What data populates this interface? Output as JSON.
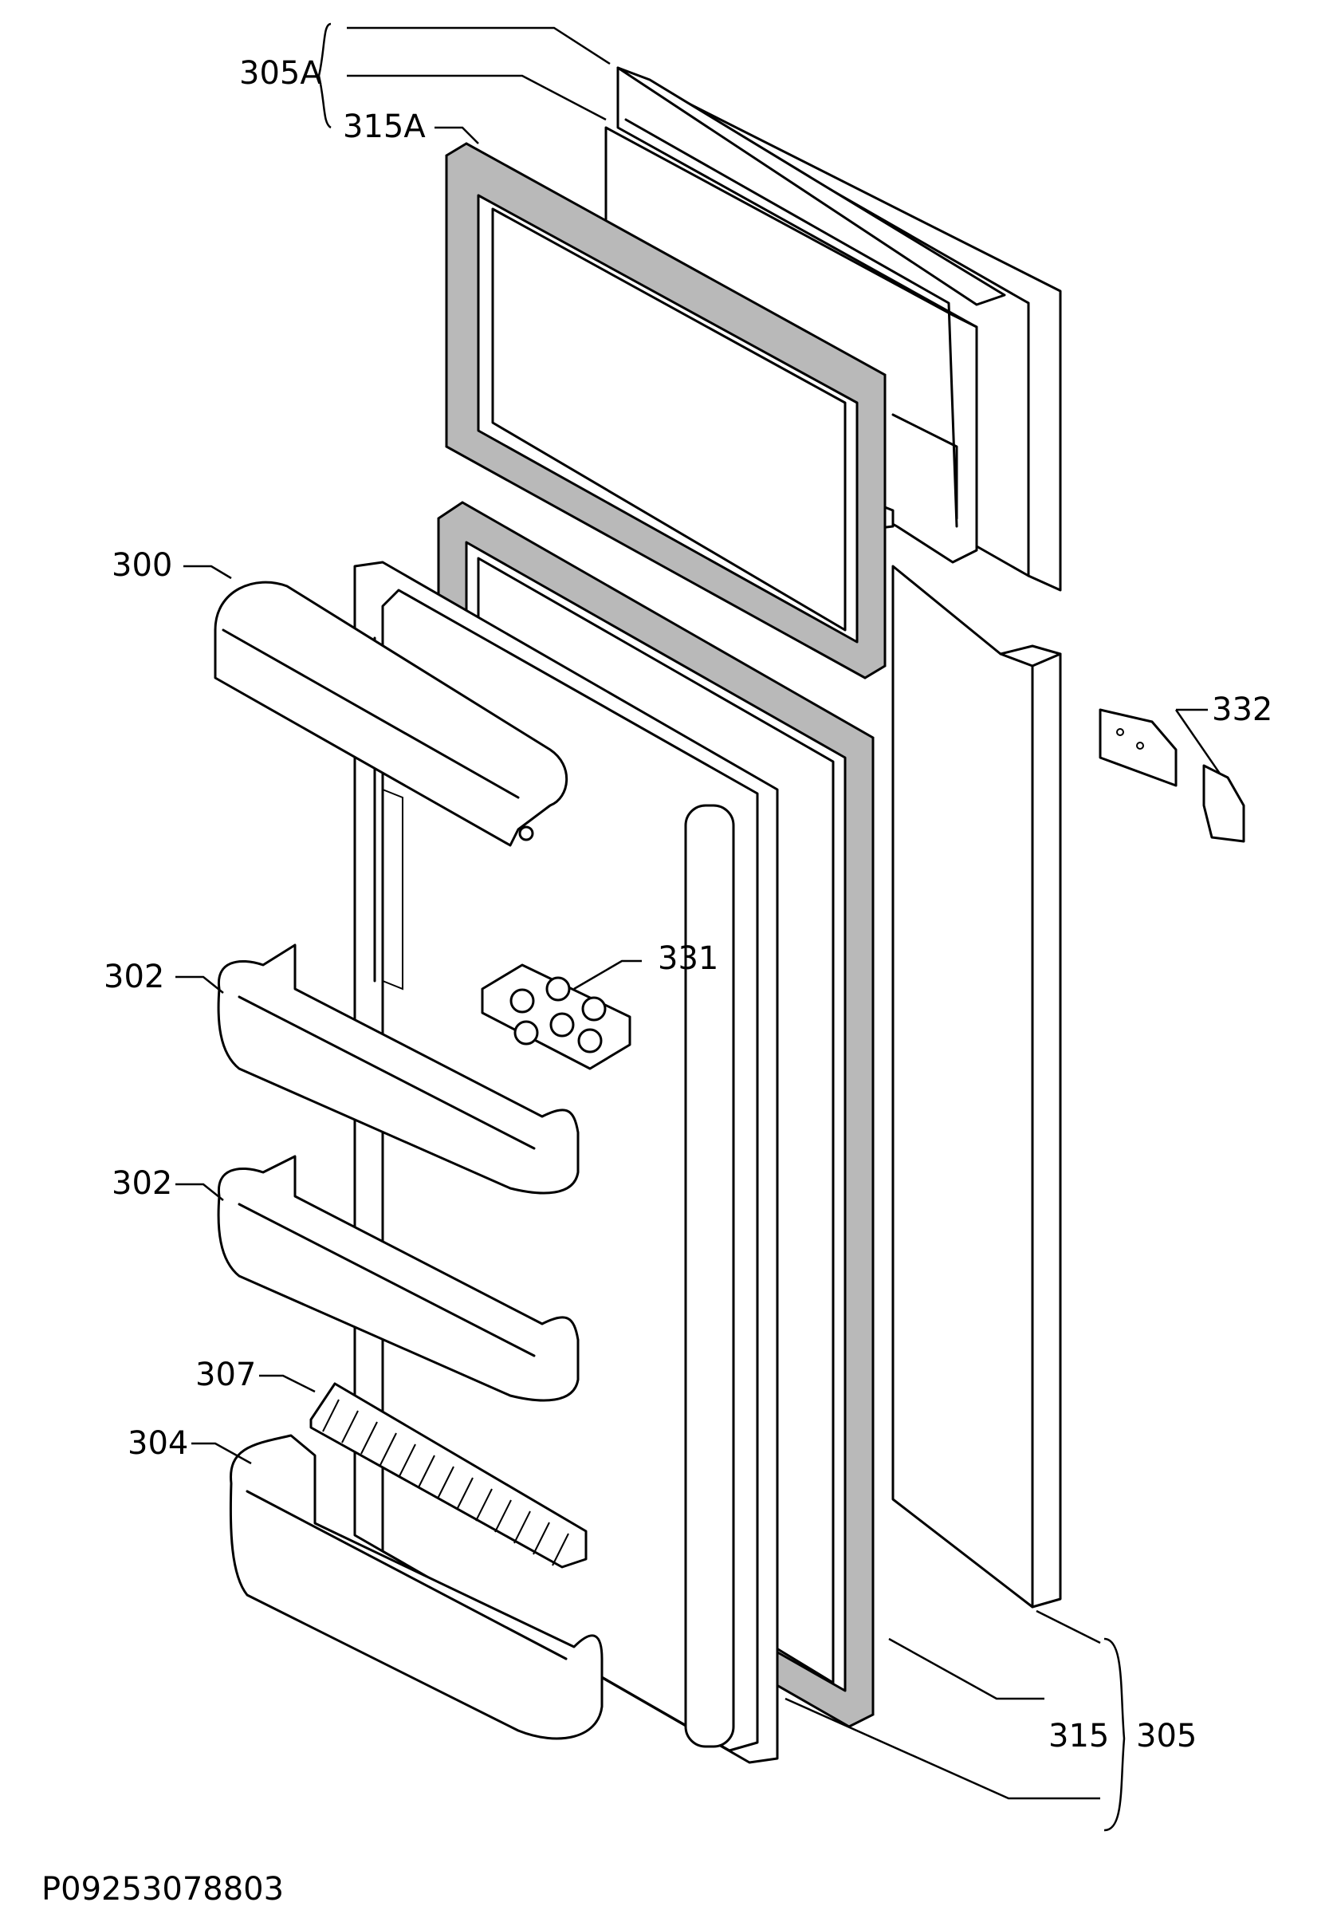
{
  "labels": {
    "l305a": "305A",
    "l315a": "315A",
    "l300": "300",
    "l332": "332",
    "l331": "331",
    "l302a": "302",
    "l302b": "302",
    "l307": "307",
    "l304": "304",
    "l315": "315",
    "l305": "305"
  },
  "drawing_code": "P09253078803"
}
